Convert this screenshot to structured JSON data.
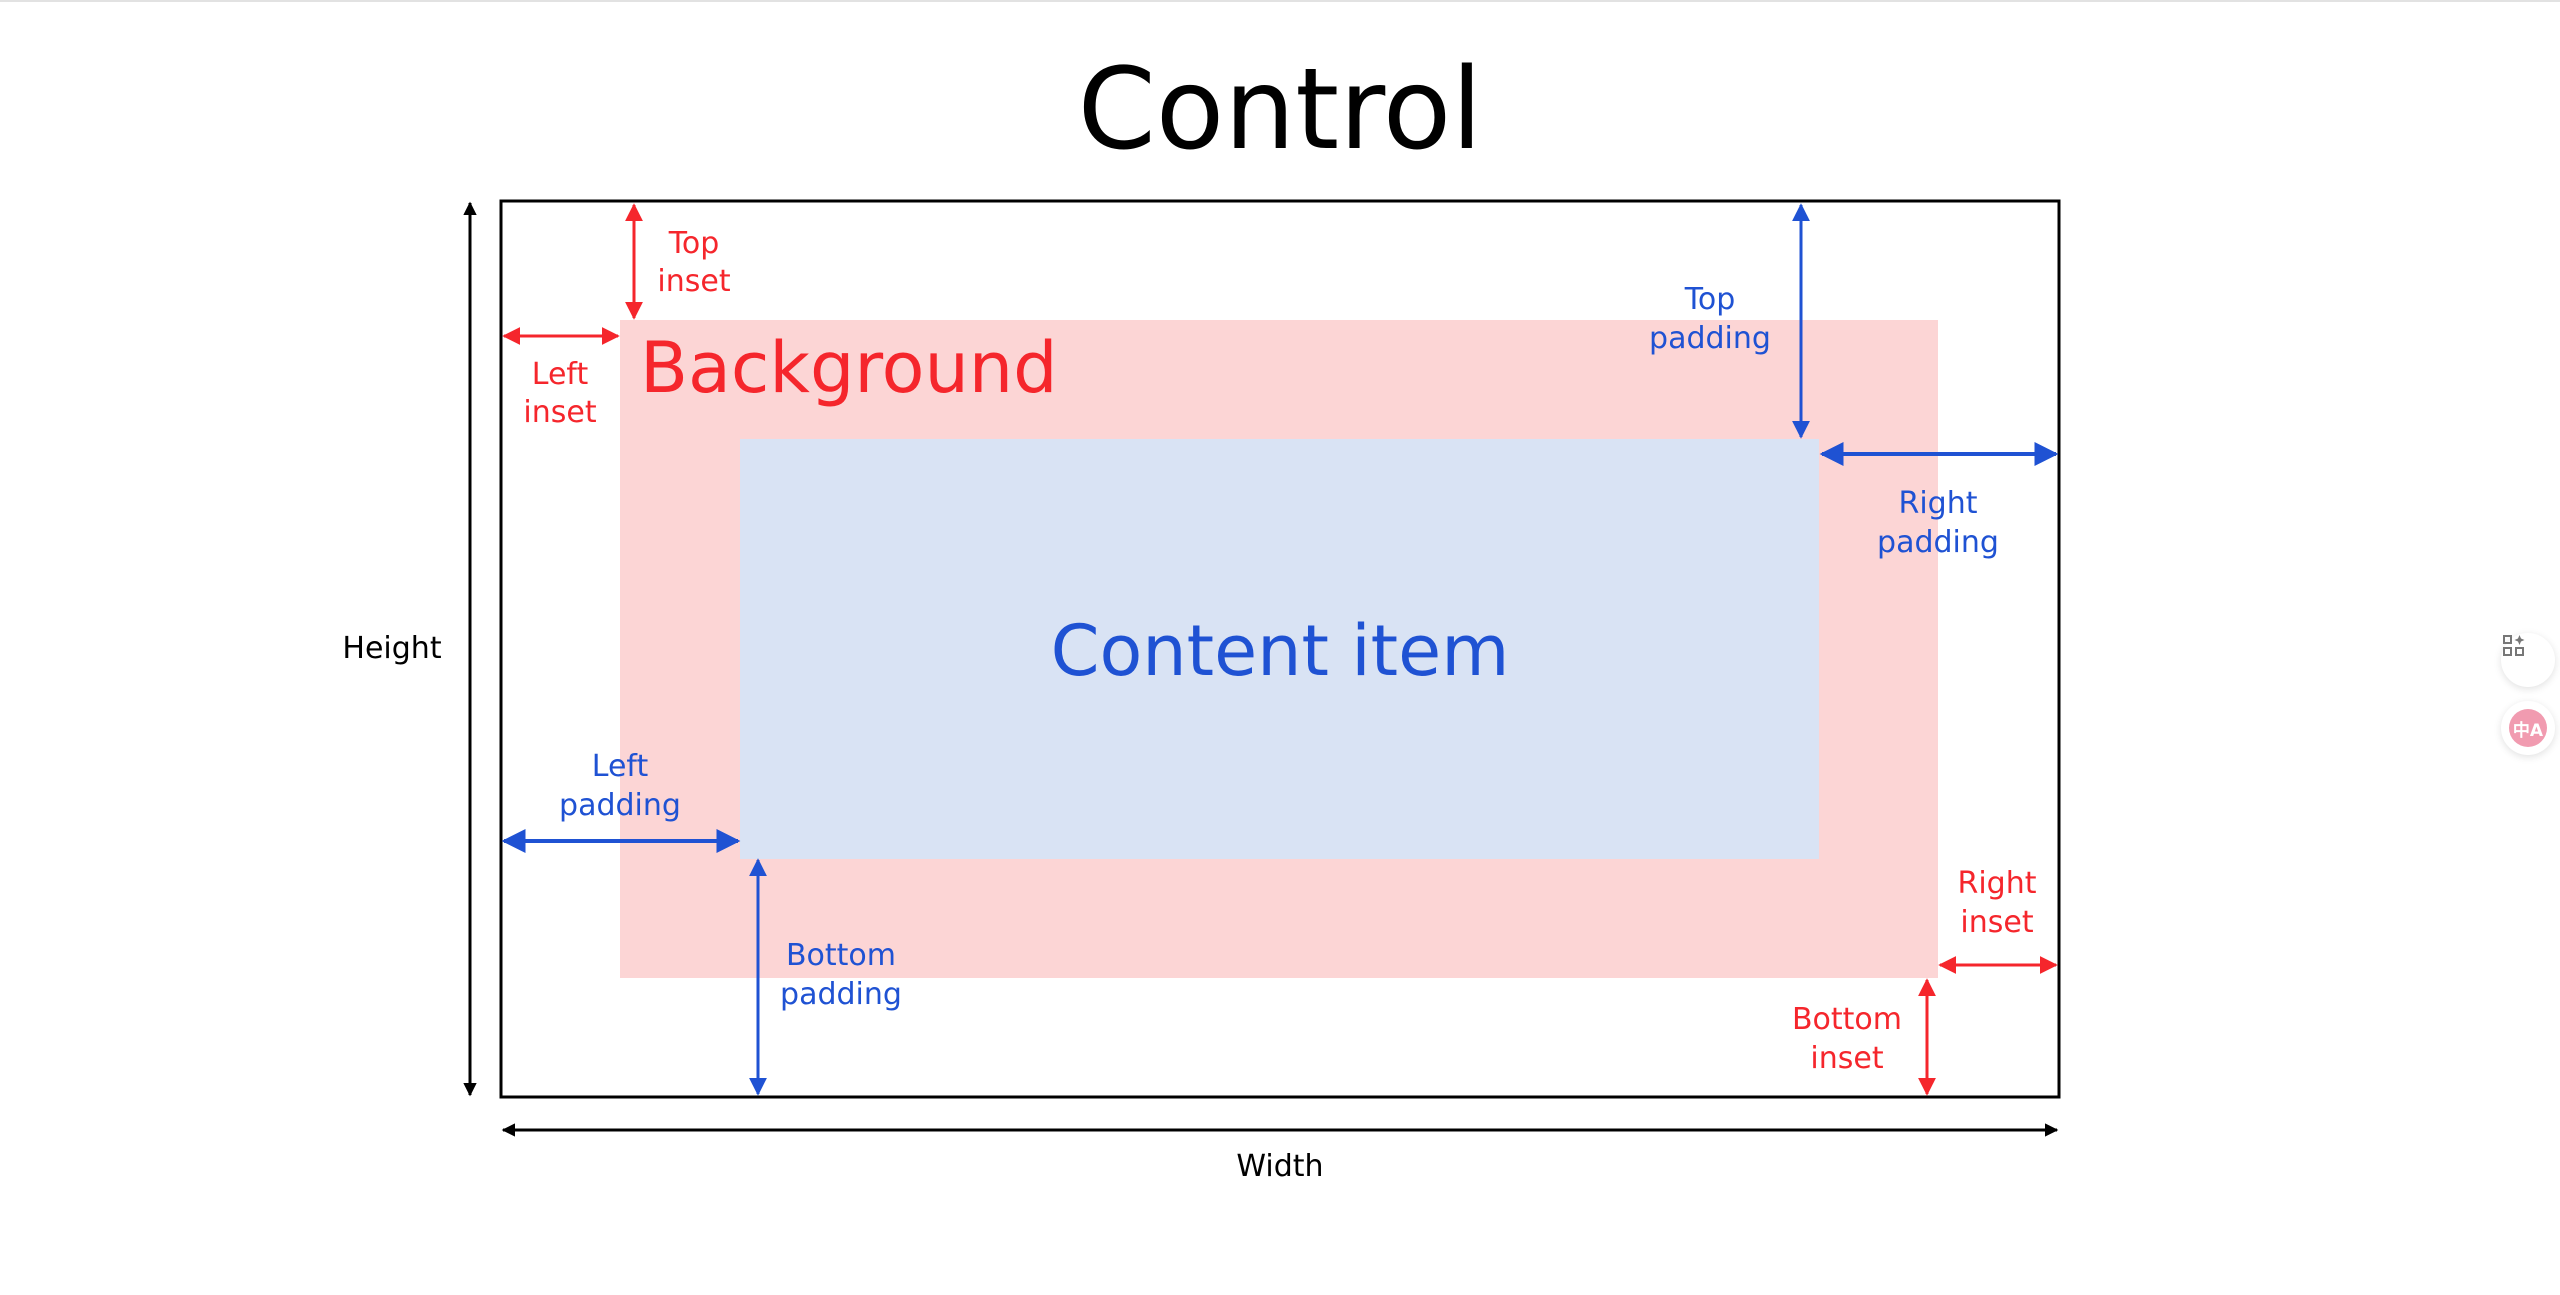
{
  "title": "Control",
  "background_label": "Background",
  "content_label": "Content item",
  "dimensions": {
    "height": "Height",
    "width": "Width"
  },
  "insets": {
    "top": [
      "Top",
      "inset"
    ],
    "left": [
      "Left",
      "inset"
    ],
    "right": [
      "Right",
      "inset"
    ],
    "bottom": [
      "Bottom",
      "inset"
    ]
  },
  "paddings": {
    "top": [
      "Top",
      "padding"
    ],
    "right": [
      "Right",
      "padding"
    ],
    "left": [
      "Left",
      "padding"
    ],
    "bottom": [
      "Bottom",
      "padding"
    ]
  },
  "side_buttons": [
    {
      "icon": "apps-sparkle-icon"
    },
    {
      "icon": "translate-icon",
      "text": "中A"
    }
  ],
  "colors": {
    "inset": "#f5262c",
    "padding": "#1f52d3",
    "background_fill": "#fcd5d5",
    "content_fill": "#d9e3f4",
    "frame": "#000000"
  }
}
